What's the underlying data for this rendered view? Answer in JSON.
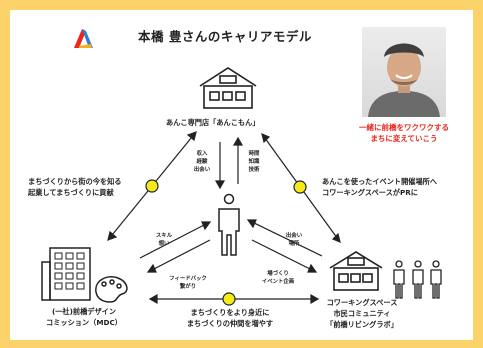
{
  "title": "本橋 豊さんのキャリアモデル",
  "photo_caption": [
    "一緒に前橋をワクワクする",
    "まちに変えていこう"
  ],
  "nodes": {
    "top": {
      "label": "あんこ専門店「あんこもん」"
    },
    "bottom_left": {
      "lines": [
        "(一社)前橋デザイン",
        "コミッション（MDC）"
      ]
    },
    "bottom_right": {
      "lines": [
        "コワーキングスペース",
        "市民コミュニティ",
        "「前橋リビングラボ」"
      ]
    }
  },
  "edges": {
    "left": [
      "まちづくりから街の今を知る",
      "起業してまちづくりに貢献"
    ],
    "right": [
      "あんこを使ったイベント開催場所へ",
      "コワーキングスペースがPRに"
    ],
    "bottom": [
      "まちづくりをより身近に",
      "まちづくりの仲間を増やす"
    ]
  },
  "inner_labels": {
    "top_down": [
      "収入",
      "経験",
      "出会い"
    ],
    "top_up": [
      "時間",
      "知識",
      "技術"
    ],
    "left_up": [
      "スキル",
      "想い"
    ],
    "left_down": [
      "フィードバック",
      "繋がり"
    ],
    "right_in": [
      "出会い",
      "場所"
    ],
    "right_out": [
      "場づくり",
      "イベント企画"
    ]
  },
  "colors": {
    "background": "#fbd36a",
    "accent_red": "#e8281e",
    "dot_yellow": "#f5ea1a",
    "logo_red": "#e8281e",
    "logo_yellow": "#f2b01e",
    "logo_blue": "#2f7fd6"
  }
}
